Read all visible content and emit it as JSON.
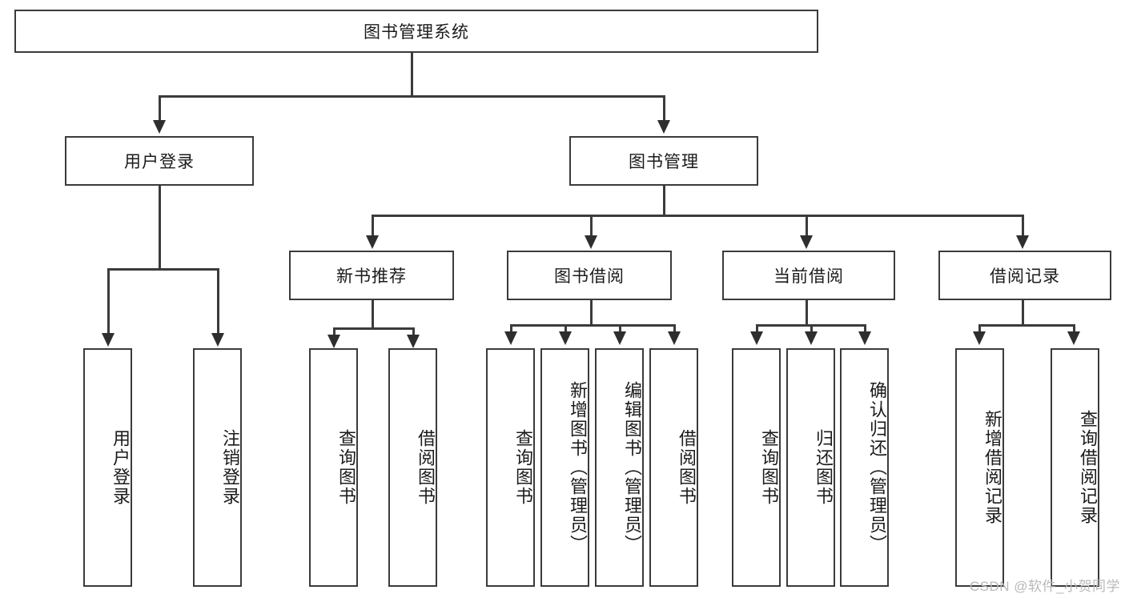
{
  "diagram": {
    "type": "hierarchy-tree",
    "title": "图书管理系统",
    "background_color": "#ffffff",
    "line_color": "#3b3b3b",
    "text_color": "#1b1b1b",
    "root": {
      "label": "图书管理系统"
    },
    "level2": [
      {
        "label": "用户登录"
      },
      {
        "label": "图书管理"
      }
    ],
    "level3": [
      {
        "label": "新书推荐"
      },
      {
        "label": "图书借阅"
      },
      {
        "label": "当前借阅"
      },
      {
        "label": "借阅记录"
      }
    ],
    "leaves": {
      "user_login": [
        {
          "label": "用户登录"
        },
        {
          "label": "注销登录"
        }
      ],
      "new_book_recommend": [
        {
          "label": "查询图书"
        },
        {
          "label": "借阅图书"
        }
      ],
      "book_borrow": [
        {
          "label": "查询图书"
        },
        {
          "label": "新增图书（管理员）"
        },
        {
          "label": "编辑图书（管理员）"
        },
        {
          "label": "借阅图书"
        }
      ],
      "current_borrow": [
        {
          "label": "查询图书"
        },
        {
          "label": "归还图书"
        },
        {
          "label": "确认归还（管理员）"
        }
      ],
      "borrow_records": [
        {
          "label": "新增借阅记录"
        },
        {
          "label": "查询借阅记录"
        }
      ]
    }
  },
  "watermark": {
    "text": "CSDN @软件_小贺同学"
  }
}
